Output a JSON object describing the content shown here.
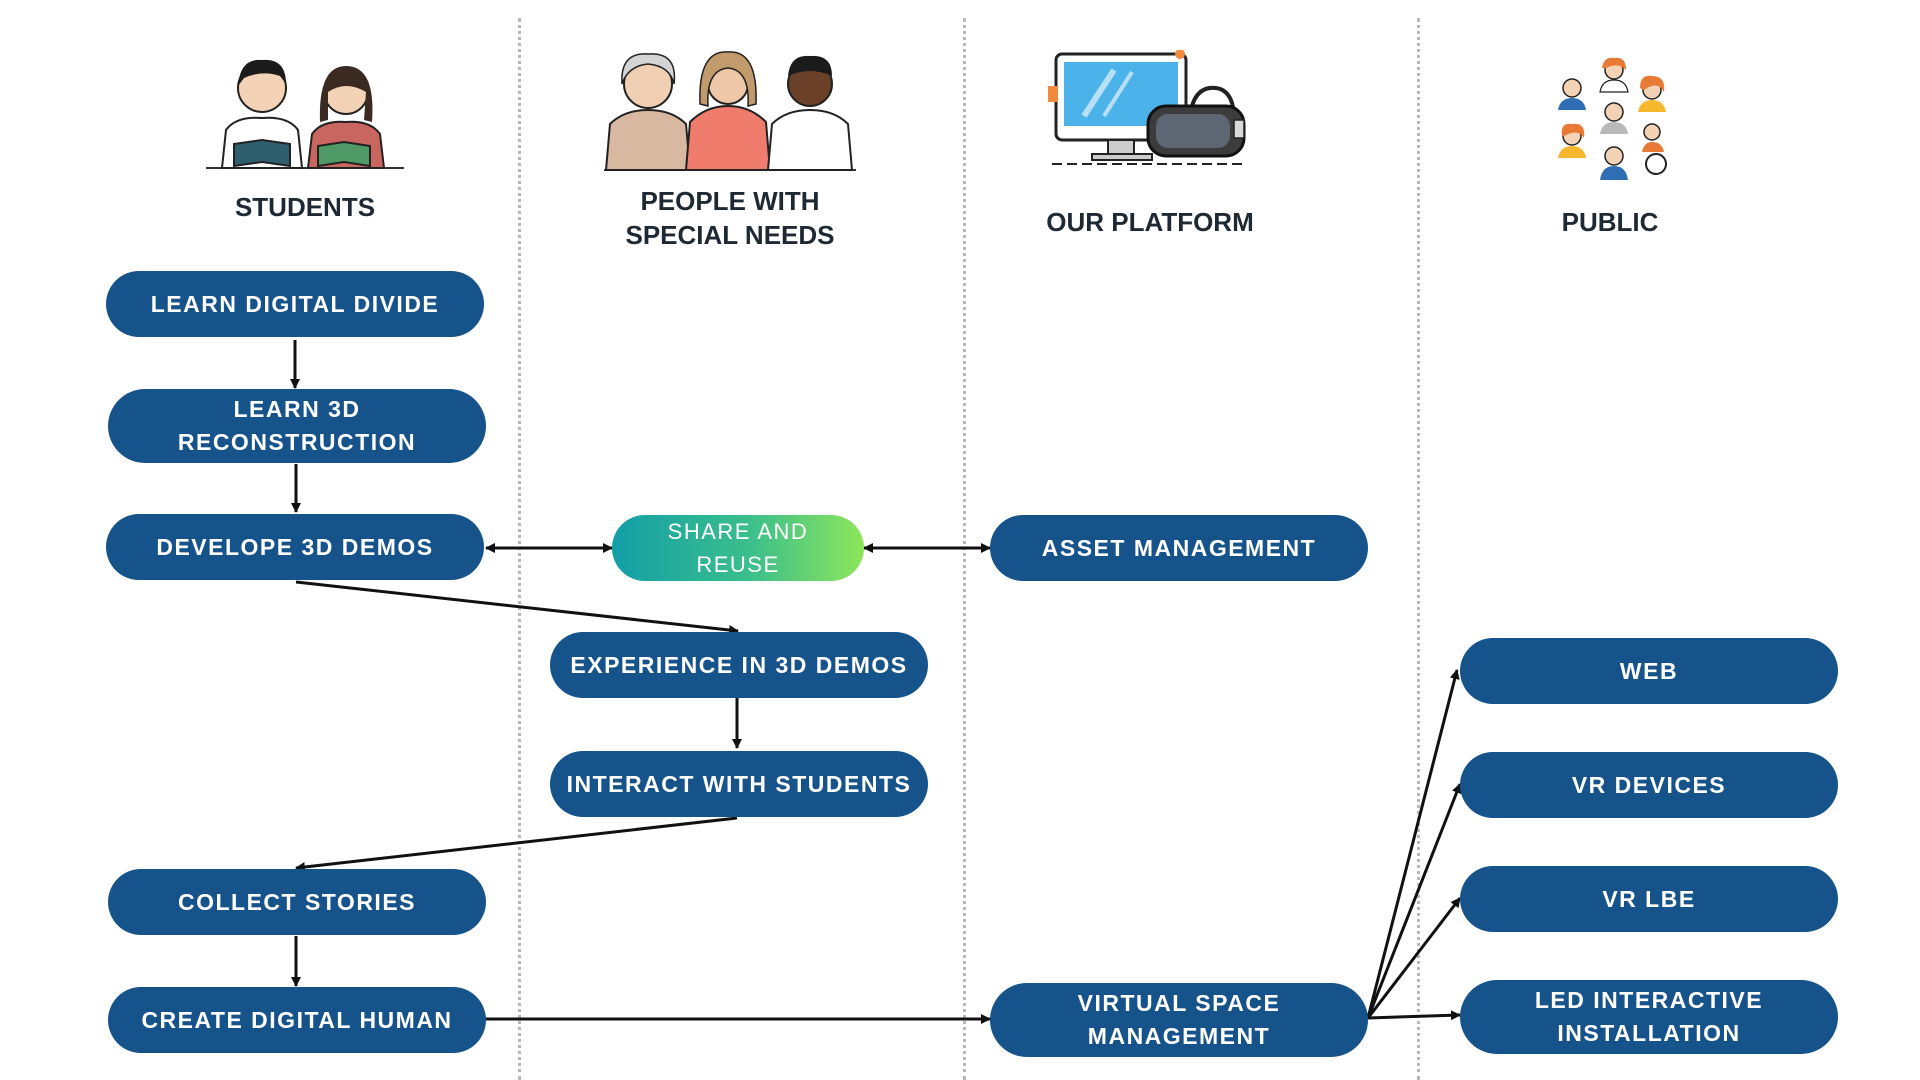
{
  "lanes": [
    {
      "title": "STUDENTS",
      "icon": "students-reading-icon"
    },
    {
      "title": "PEOPLE WITH\nSPECIAL NEEDS",
      "icon": "diverse-people-icon"
    },
    {
      "title": "OUR PLATFORM",
      "icon": "computer-vr-headset-icon"
    },
    {
      "title": "PUBLIC",
      "icon": "public-crowd-icon"
    }
  ],
  "nodes": {
    "learn_digital_divide": "LEARN DIGITAL DIVIDE",
    "learn_3d_reconstruction": "LEARN 3D\nRECONSTRUCTION",
    "develope_3d_demos": "DEVELOPE 3D DEMOS",
    "share_and_reuse": "SHARE AND REUSE",
    "asset_management": "ASSET MANAGEMENT",
    "experience_in_3d_demos": "EXPERIENCE IN 3D DEMOS",
    "interact_with_students": "INTERACT WITH STUDENTS",
    "collect_stories": "COLLECT STORIES",
    "create_digital_human": "CREATE DIGITAL HUMAN",
    "virtual_space_management": "VIRTUAL SPACE\nMANAGEMENT",
    "web": "WEB",
    "vr_devices": "VR DEVICES",
    "vr_lbe": "VR LBE",
    "led_interactive_installation": "LED INTERACTIVE\nINSTALLATION"
  },
  "edges": [
    {
      "from": "learn_digital_divide",
      "to": "learn_3d_reconstruction",
      "direction": "forward"
    },
    {
      "from": "learn_3d_reconstruction",
      "to": "develope_3d_demos",
      "direction": "forward"
    },
    {
      "from": "develope_3d_demos",
      "to": "share_and_reuse",
      "direction": "both"
    },
    {
      "from": "share_and_reuse",
      "to": "asset_management",
      "direction": "both"
    },
    {
      "from": "develope_3d_demos",
      "to": "experience_in_3d_demos",
      "direction": "forward"
    },
    {
      "from": "experience_in_3d_demos",
      "to": "interact_with_students",
      "direction": "forward"
    },
    {
      "from": "interact_with_students",
      "to": "collect_stories",
      "direction": "forward"
    },
    {
      "from": "collect_stories",
      "to": "create_digital_human",
      "direction": "forward"
    },
    {
      "from": "create_digital_human",
      "to": "virtual_space_management",
      "direction": "forward"
    },
    {
      "from": "virtual_space_management",
      "to": "web",
      "direction": "forward"
    },
    {
      "from": "virtual_space_management",
      "to": "vr_devices",
      "direction": "forward"
    },
    {
      "from": "virtual_space_management",
      "to": "vr_lbe",
      "direction": "forward"
    },
    {
      "from": "virtual_space_management",
      "to": "led_interactive_installation",
      "direction": "forward"
    }
  ],
  "colors": {
    "node_fill": "#16538b",
    "node_text": "#ffffff",
    "highlight_gradient": [
      "#129ea7",
      "#3cbf8b",
      "#8de65a"
    ],
    "arrow": "#111111",
    "divider": "#b9b9b9",
    "header_text": "#1f2933"
  }
}
